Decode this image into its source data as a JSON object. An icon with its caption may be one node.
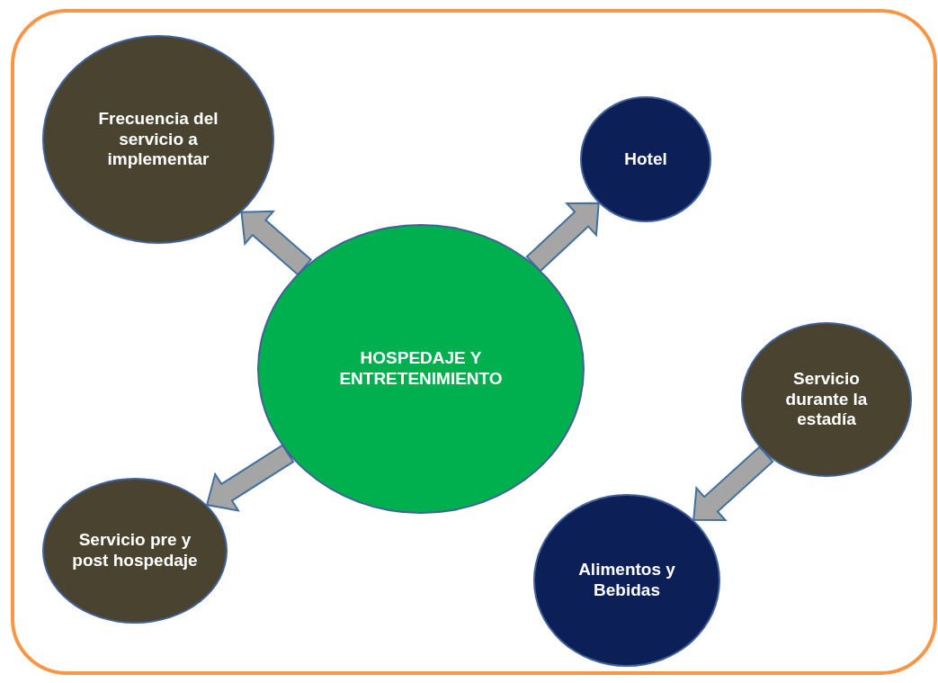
{
  "diagram": {
    "nodes": [
      {
        "text": [
          "Frecuencia del servicio a implementar"
        ]
      },
      {
        "text": [
          "Hotel"
        ]
      },
      {
        "text": [
          "HOSPEDAJE Y ENTRETENIMIENTO"
        ]
      },
      {
        "text": [
          "Servicio durante la estadía"
        ]
      },
      {
        "text": [
          "Servicio pre y post hospedaje"
        ]
      },
      {
        "text": [
          "Alimentos y Bebidas"
        ]
      }
    ],
    "edges": [
      {
        "from": 2,
        "to": 0,
        "arrow": "to"
      },
      {
        "from": 2,
        "to": 1,
        "arrow": "to"
      },
      {
        "from": 2,
        "to": 4,
        "arrow": "to"
      },
      {
        "from": 3,
        "to": 5,
        "arrow": "to"
      }
    ]
  }
}
